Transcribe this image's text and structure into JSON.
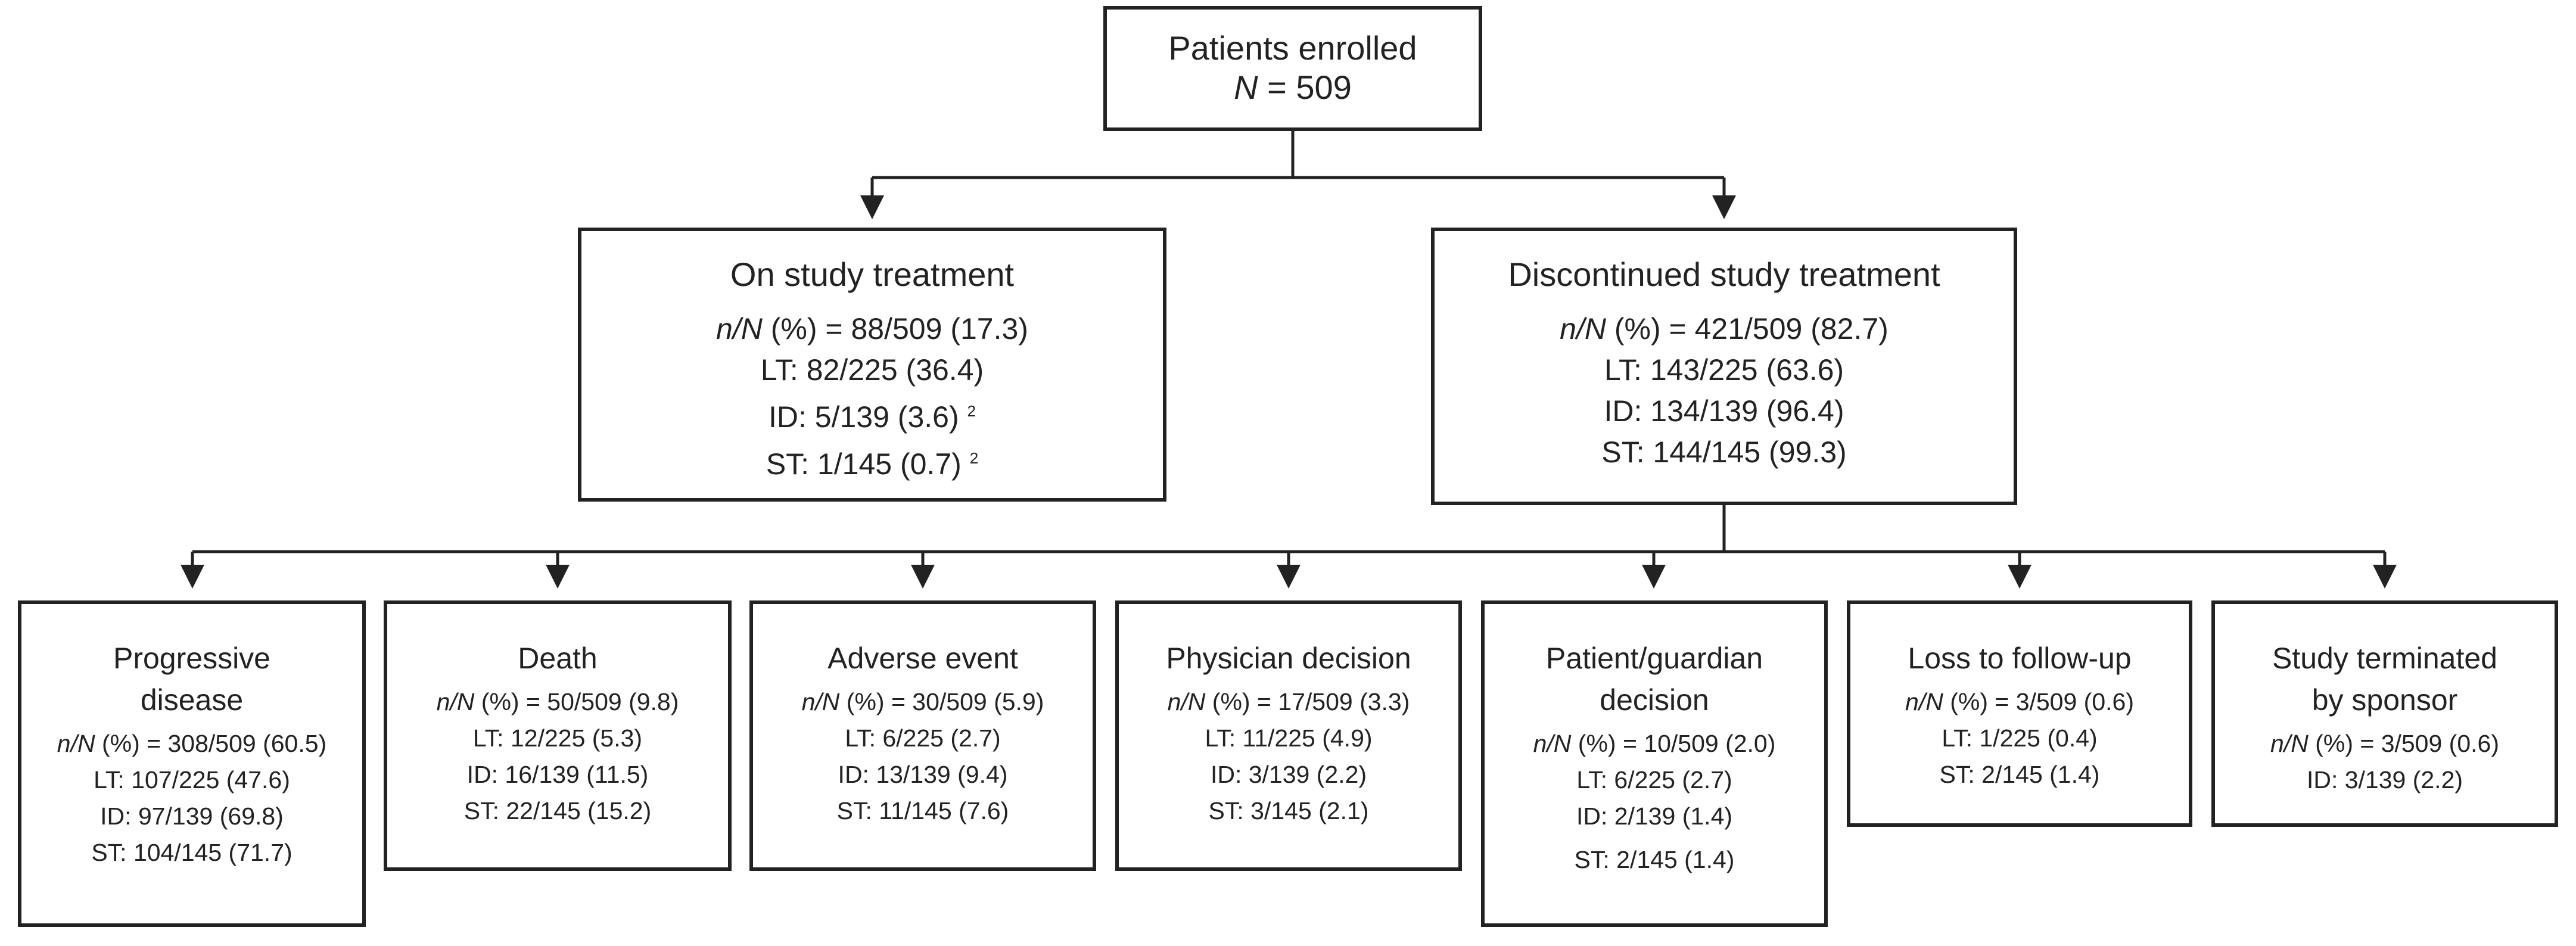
{
  "root": {
    "title": "Patients enrolled",
    "n_var": "N",
    "n_rest": " = 509"
  },
  "on_treatment": {
    "title": "On study treatment",
    "overall_var": "n/N",
    "overall_rest": " (%) = 88/509 (17.3)",
    "lt": "LT: 82/225 (36.4)",
    "id": "ID: 5/139 (3.6)",
    "id_note": "2",
    "st": "ST: 1/145 (0.7)",
    "st_note": "2"
  },
  "discontinued": {
    "title": "Discontinued study treatment",
    "overall_var": "n/N",
    "overall_rest": " (%) = 421/509 (82.7)",
    "lt": "LT: 143/225 (63.6)",
    "id": "ID: 134/139 (96.4)",
    "st": "ST: 144/145 (99.3)"
  },
  "reasons": [
    {
      "title": [
        "Progressive",
        "disease"
      ],
      "overall_var": "n/N",
      "overall_rest": " (%) = 308/509 (60.5)",
      "lines": [
        "LT: 107/225 (47.6)",
        "ID: 97/139 (69.8)",
        "ST: 104/145 (71.7)"
      ]
    },
    {
      "title": [
        "Death"
      ],
      "overall_var": "n/N",
      "overall_rest": " (%) = 50/509 (9.8)",
      "lines": [
        "LT: 12/225 (5.3)",
        "ID: 16/139 (11.5)",
        "ST: 22/145 (15.2)"
      ]
    },
    {
      "title": [
        "Adverse event"
      ],
      "overall_var": "n/N",
      "overall_rest": " (%) = 30/509 (5.9)",
      "lines": [
        "LT: 6/225 (2.7)",
        "ID: 13/139 (9.4)",
        "ST: 11/145 (7.6)"
      ]
    },
    {
      "title": [
        "Physician decision"
      ],
      "overall_var": "n/N",
      "overall_rest": " (%) = 17/509 (3.3)",
      "lines": [
        "LT: 11/225 (4.9)",
        "ID: 3/139 (2.2)",
        "ST: 3/145 (2.1)"
      ]
    },
    {
      "title": [
        "Patient/guardian",
        "decision"
      ],
      "overall_var": "n/N",
      "overall_rest": " (%) = 10/509 (2.0)",
      "lines": [
        "LT: 6/225 (2.7)",
        "ID: 2/139 (1.4)",
        "ST: 2/145 (1.4)"
      ]
    },
    {
      "title": [
        "Loss to follow-up"
      ],
      "overall_var": "n/N",
      "overall_rest": " (%) = 3/509 (0.6)",
      "lines": [
        "LT: 1/225 (0.4)",
        "ST: 2/145 (1.4)"
      ]
    },
    {
      "title": [
        "Study terminated",
        "by sponsor"
      ],
      "overall_var": "n/N",
      "overall_rest": " (%) = 3/509 (0.6)",
      "lines": [
        "ID: 3/139 (2.2)"
      ]
    }
  ]
}
